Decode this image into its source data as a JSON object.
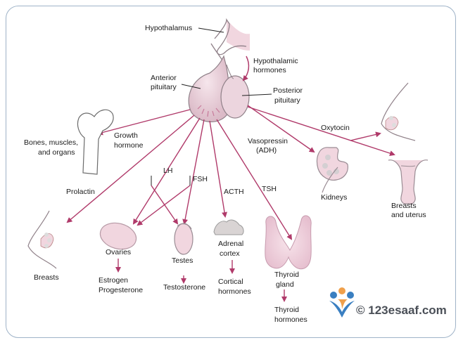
{
  "labels": {
    "hypothalamus": "Hypothalamus",
    "hypothalamic_hormones": [
      "Hypothalamic",
      "hormones"
    ],
    "anterior_pituitary": [
      "Anterior",
      "pituitary"
    ],
    "posterior_pituitary": [
      "Posterior",
      "pituitary"
    ],
    "bones": [
      "Bones, muscles,",
      "and organs"
    ],
    "growth_hormone": [
      "Growth",
      "hormone"
    ],
    "vasopressin": [
      "Vasopressin",
      "(ADH)"
    ],
    "oxytocin": "Oxytocin",
    "kidneys": "Kidneys",
    "breasts_uterus": [
      "Breasts",
      "and uterus"
    ],
    "lh": "LH",
    "fsh": "FSH",
    "acth": "ACTH",
    "tsh": "TSH",
    "prolactin": "Prolactin",
    "breasts": "Breasts",
    "ovaries": "Ovaries",
    "ovaries_output": [
      "Estrogen",
      "Progesterone"
    ],
    "testes": "Testes",
    "testes_output": "Testosterone",
    "adrenal": [
      "Adrenal",
      "cortex"
    ],
    "adrenal_output": [
      "Cortical",
      "hormones"
    ],
    "thyroid": [
      "Thyroid",
      "gland"
    ],
    "thyroid_output": [
      "Thyroid",
      "hormones"
    ]
  },
  "watermark": "© 123esaaf.com",
  "colors": {
    "arrow": "#b03a6a",
    "tissue_fill": "#f1d6df",
    "tissue_stroke": "#9a8c94",
    "frame": "#9fb3c8"
  }
}
